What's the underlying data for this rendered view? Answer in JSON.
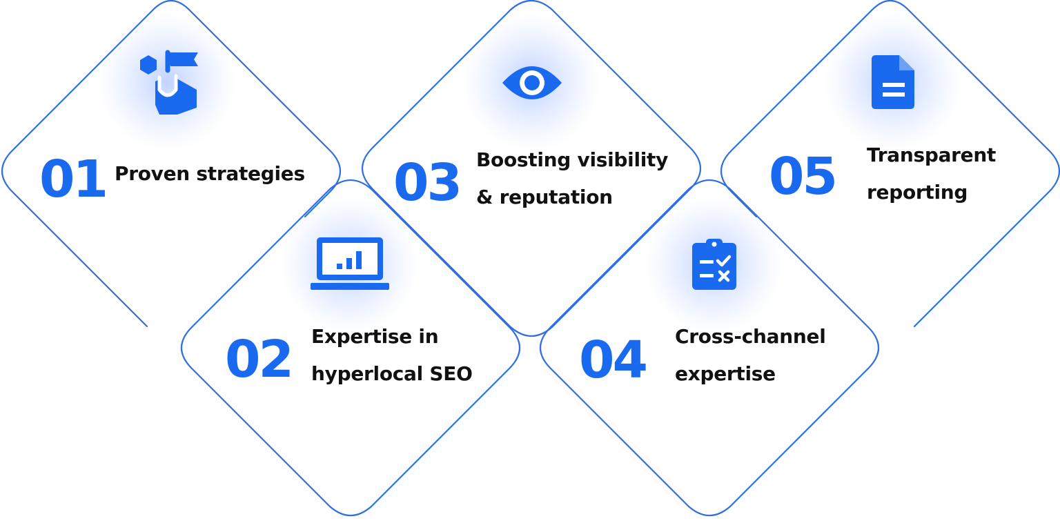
{
  "colors": {
    "accent": "#1a6af0",
    "text": "#111111",
    "frame": "#2f6fe0"
  },
  "items": [
    {
      "number": "01",
      "label_lines": [
        "Proven strategies"
      ],
      "icon": "strategy-flag-icon"
    },
    {
      "number": "02",
      "label_lines": [
        "Expertise in",
        "hyperlocal SEO"
      ],
      "icon": "laptop-chart-icon"
    },
    {
      "number": "03",
      "label_lines": [
        "Boosting visibility",
        "& reputation"
      ],
      "icon": "eye-icon"
    },
    {
      "number": "04",
      "label_lines": [
        "Cross-channel",
        "expertise"
      ],
      "icon": "clipboard-checklist-icon"
    },
    {
      "number": "05",
      "label_lines": [
        "Transparent",
        "reporting"
      ],
      "icon": "document-icon"
    }
  ]
}
